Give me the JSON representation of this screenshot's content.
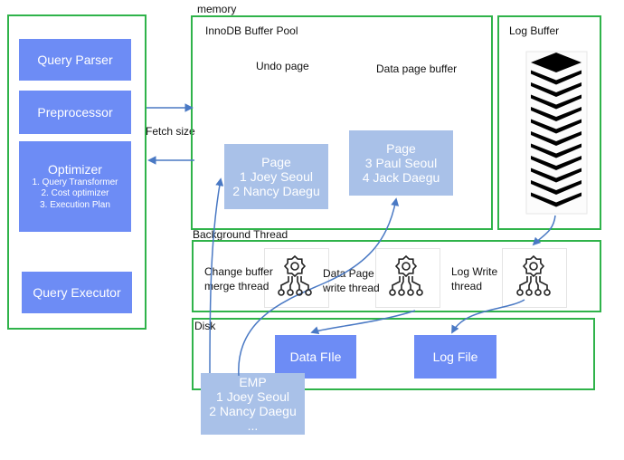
{
  "memory_label": "memory",
  "left_panel": {
    "query_parser": "Query Parser",
    "preprocessor": "Preprocessor",
    "optimizer": {
      "title": "Optimizer",
      "items": [
        "1.   Query Transformer",
        "2.   Cost optimizer",
        "3.   Execution Plan"
      ]
    },
    "query_executor": "Query Executor"
  },
  "fetch_size": "Fetch size",
  "buffer_pool": {
    "title": "InnoDB Buffer Pool",
    "undo_page": "Undo page",
    "data_page_buffer": "Data page buffer",
    "page1": [
      "Page",
      "1 Joey Seoul",
      "2 Nancy Daegu"
    ],
    "page2": [
      "Page",
      "3 Paul Seoul",
      "4 Jack Daegu"
    ]
  },
  "log_buffer": {
    "title": "Log Buffer"
  },
  "background_thread": {
    "title": "Background Thread",
    "change_buffer": [
      "Change buffer",
      "merge thread"
    ],
    "data_page": [
      "Data Page",
      "write thread"
    ],
    "log_write": [
      "Log Write",
      "thread"
    ]
  },
  "disk": {
    "title": "Disk",
    "data_file": "Data FIle",
    "log_file": "Log File"
  },
  "emp": [
    "EMP",
    "1 Joey Seoul",
    "2 Nancy Daegu",
    "..."
  ],
  "colors": {
    "frame": "#2fb34a",
    "box": "#6d8cf5",
    "page": "#a9c1e8",
    "arrow": "#4a79c4"
  }
}
